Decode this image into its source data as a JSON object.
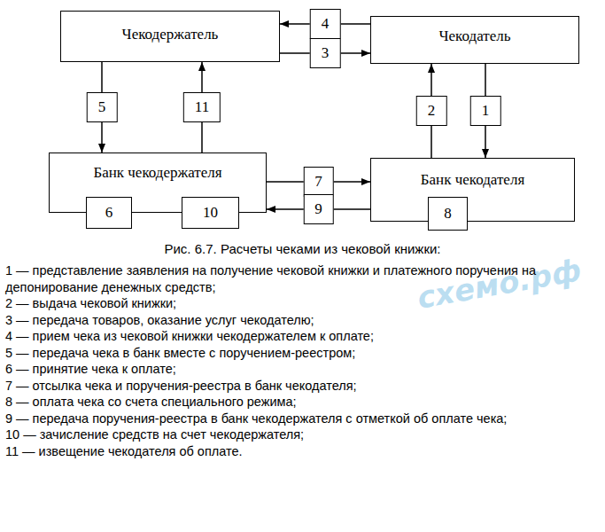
{
  "diagram": {
    "caption": "Рис. 6.7. Расчеты чеками из чековой книжки:",
    "nodes": [
      {
        "text": [
          "Чекодержатель"
        ]
      },
      {
        "text": [
          "Чекодатель"
        ]
      },
      {
        "text": [
          "Банк чекодержателя"
        ]
      },
      {
        "text": [
          "Банк чекодателя"
        ]
      }
    ],
    "edges": [
      {
        "from": 1,
        "to": 0,
        "arrow": "to",
        "label": "4"
      },
      {
        "from": 0,
        "to": 1,
        "arrow": "to",
        "label": "3"
      },
      {
        "from": 0,
        "to": 2,
        "arrow": "to",
        "label": "5"
      },
      {
        "from": 2,
        "to": 0,
        "arrow": "to",
        "label": "11"
      },
      {
        "from": 3,
        "to": 1,
        "arrow": "to",
        "label": "2"
      },
      {
        "from": 1,
        "to": 3,
        "arrow": "to",
        "label": "1"
      },
      {
        "from": 2,
        "to": 3,
        "arrow": "to",
        "label": "7"
      },
      {
        "from": 3,
        "to": 2,
        "arrow": "to",
        "label": "9"
      }
    ],
    "labels": [
      "6",
      "10",
      "8",
      "схемо.рф",
      "1 — представление заявления на получение чековой книжки и платежного поручения на депонирование денежных средств;",
      "2 — выдача чековой книжки;",
      "3 — передача товаров, оказание услуг чекодателю;",
      "4 — прием чека из чековой книжки чекодержателем к оплате;",
      "5 — передача чека в банк вместе с поручением-реестром;",
      "6 — принятие чека к оплате;",
      "7 — отсылка чека и поручения-реестра в банк чекодателя;",
      "8 — оплата чека со счета специального режима;",
      "9 — передача поручения-реестра в банк чекодержателя с отметкой об оплате чека;",
      "10 — зачисление средств на счет чекодержателя;",
      "11 — извещение чекодателя об оплате."
    ]
  }
}
